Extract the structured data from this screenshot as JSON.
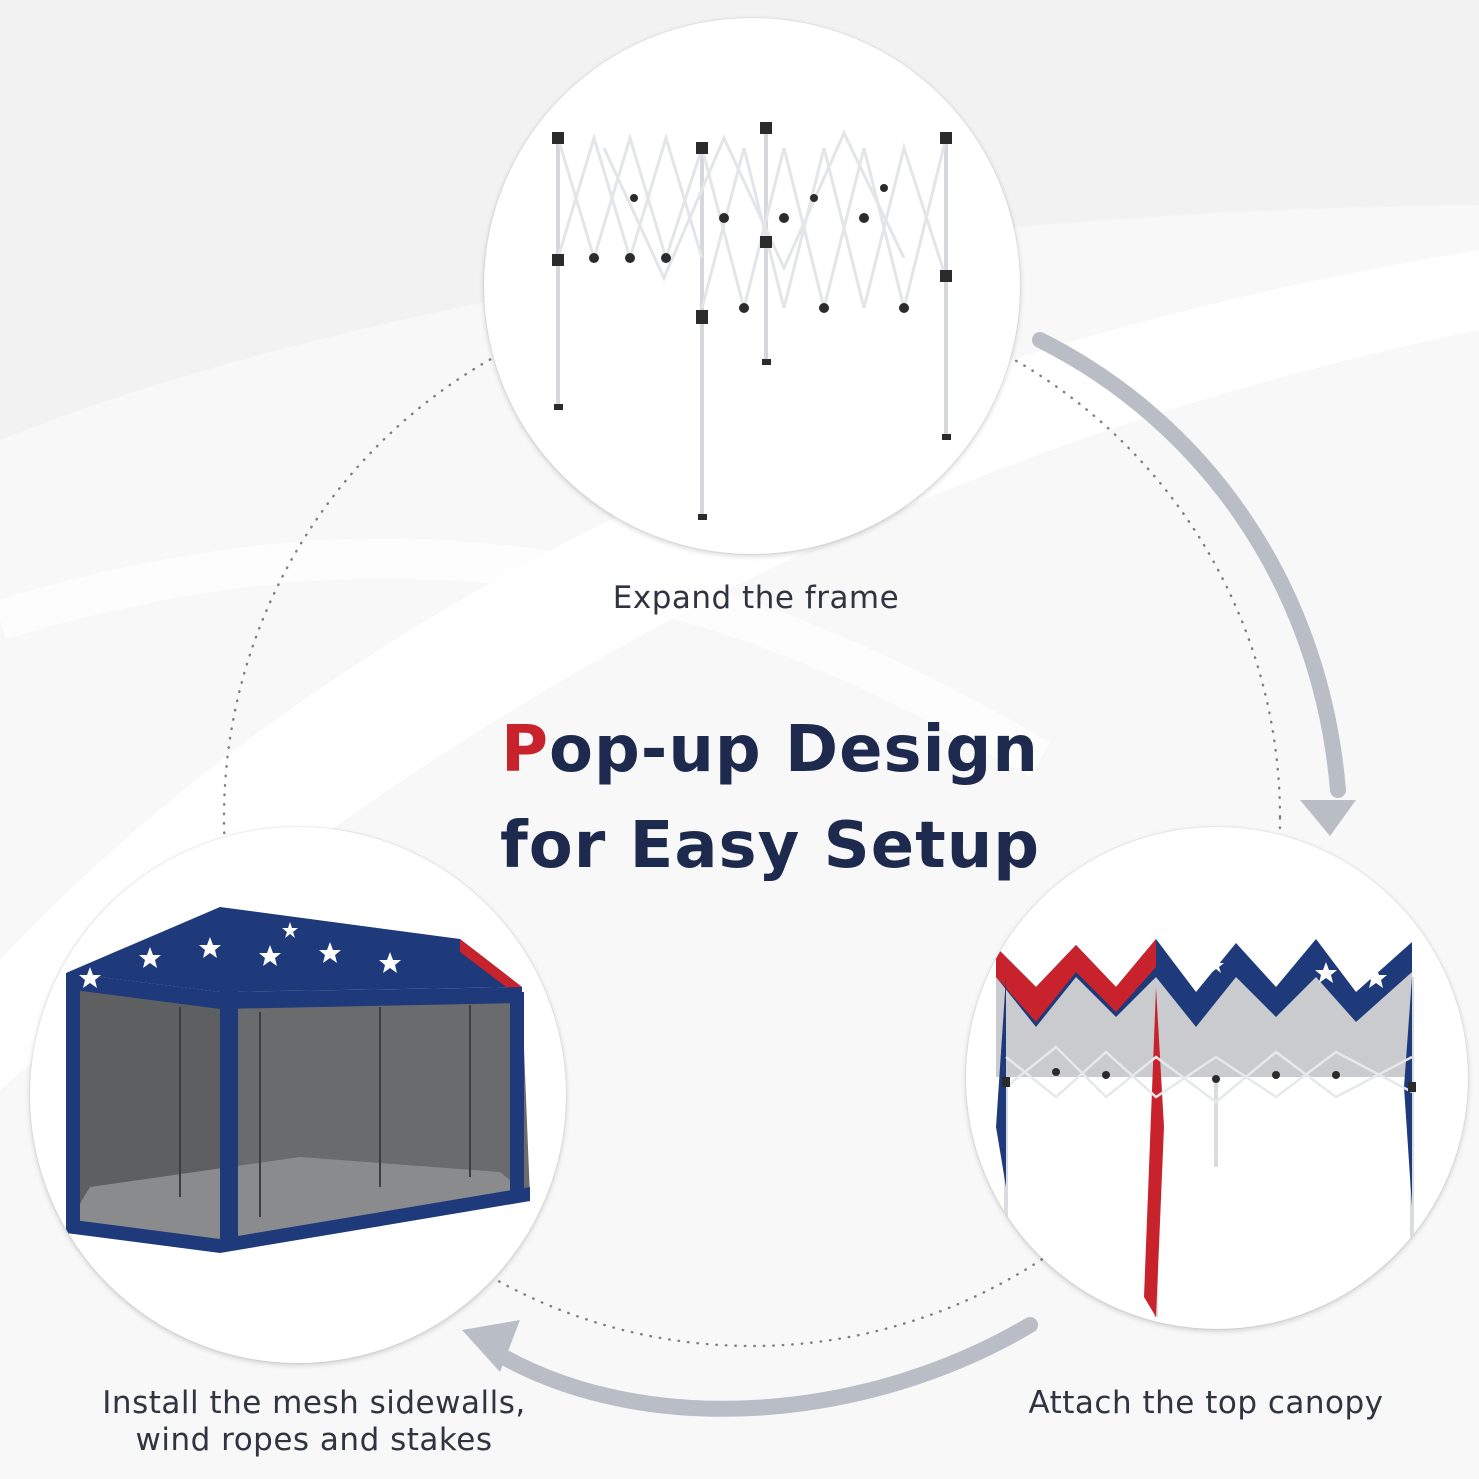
{
  "headline": {
    "accent_letter": "P",
    "line1_rest": "op-up Design",
    "line2": "for Easy Setup"
  },
  "steps": [
    {
      "caption": "Expand the frame",
      "image": "expanded-frame-photo"
    },
    {
      "caption": "Attach the top canopy",
      "image": "canopy-attached-photo"
    },
    {
      "caption_line1": "Install the mesh sidewalls,",
      "caption_line2": "wind ropes and stakes",
      "image": "mesh-sidewall-tent-photo"
    }
  ],
  "colors": {
    "navy": "#1d2a4e",
    "accent_red": "#c8232c",
    "canopy_blue": "#1f3a7a",
    "arrow_gray": "#b9bec6",
    "caption_text": "#2f3440"
  },
  "icons": [
    "cycle-arrow-icon",
    "cycle-arrow-icon"
  ]
}
